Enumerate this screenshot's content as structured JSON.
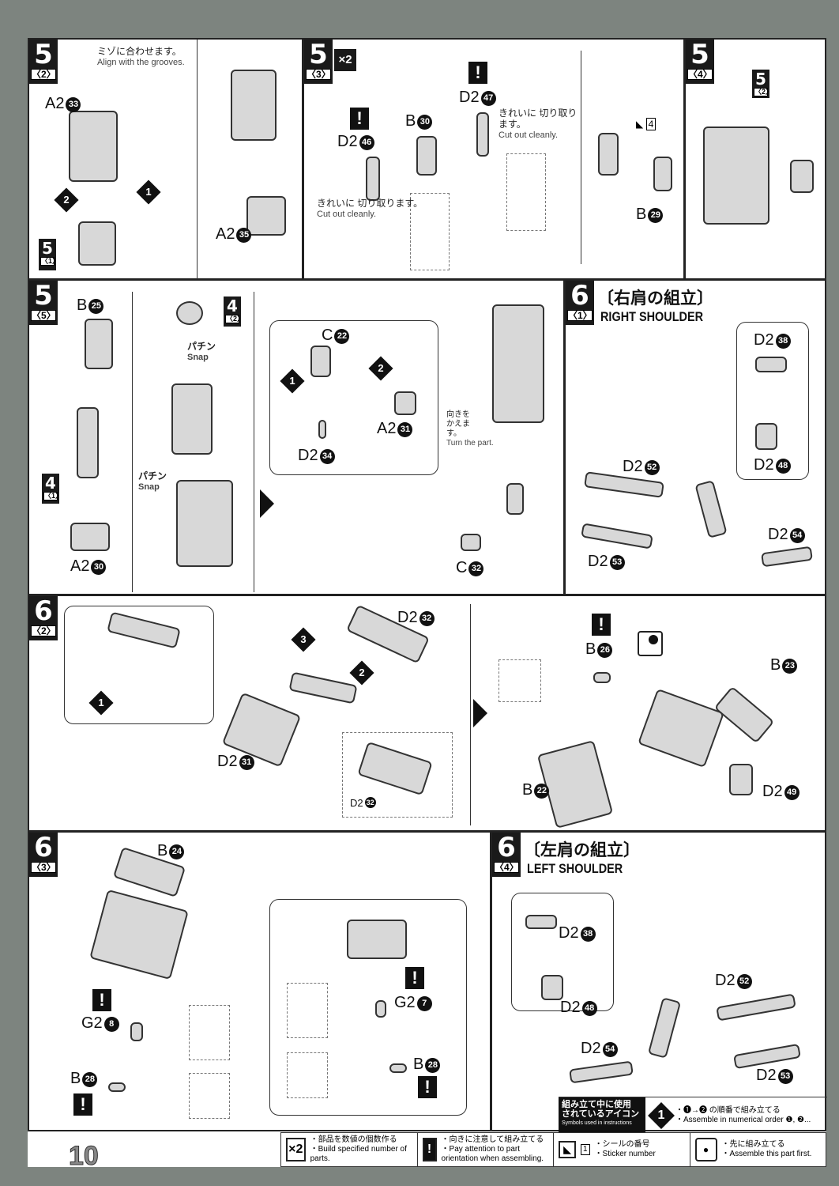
{
  "page_number": "10",
  "steps": {
    "s5_2": {
      "n": "5",
      "s": "〈2〉",
      "note_jp": "ミゾに合わせます。",
      "note_en": "Align with the grooves.",
      "ref": {
        "n": "5",
        "s": "〈1〉"
      },
      "parts": [
        {
          "p": "A2",
          "n": "33"
        },
        {
          "p": "A2",
          "n": "35"
        }
      ],
      "order": [
        "2",
        "1"
      ]
    },
    "s5_3": {
      "n": "5",
      "s": "〈3〉",
      "mult": "×2",
      "parts": [
        {
          "p": "D2",
          "n": "46"
        },
        {
          "p": "B",
          "n": "30"
        },
        {
          "p": "D2",
          "n": "47"
        },
        {
          "p": "B",
          "n": "29"
        }
      ],
      "cut_jp": "きれいに 切り取ります。",
      "cut_en": "Cut out cleanly.",
      "sticker": "4"
    },
    "s5_4": {
      "n": "5",
      "s": "〈4〉",
      "ref": {
        "n": "5",
        "s": "〈2〉"
      }
    },
    "s5_5": {
      "n": "5",
      "s": "〈5〉",
      "parts": [
        {
          "p": "B",
          "n": "25"
        },
        {
          "p": "A2",
          "n": "30"
        },
        {
          "p": "C",
          "n": "22"
        },
        {
          "p": "D2",
          "n": "34"
        },
        {
          "p": "A2",
          "n": "31"
        },
        {
          "p": "C",
          "n": "32"
        }
      ],
      "refs": [
        {
          "n": "4",
          "s": "〈1〉"
        },
        {
          "n": "4",
          "s": "〈2〉"
        }
      ],
      "snap_jp": "パチン",
      "snap_en": "Snap",
      "turn_jp": "向きを かえます。",
      "turn_en": "Turn the part."
    },
    "s6_1": {
      "n": "6",
      "s": "〈1〉",
      "title_jp": "〔右肩の組立〕",
      "title_en": "RIGHT SHOULDER",
      "parts": [
        {
          "p": "D2",
          "n": "38"
        },
        {
          "p": "D2",
          "n": "48"
        },
        {
          "p": "D2",
          "n": "52"
        },
        {
          "p": "D2",
          "n": "54"
        },
        {
          "p": "D2",
          "n": "53"
        }
      ]
    },
    "s6_2": {
      "n": "6",
      "s": "〈2〉",
      "parts": [
        {
          "p": "D2",
          "n": "32"
        },
        {
          "p": "D2",
          "n": "31"
        },
        {
          "p": "D2",
          "n": "32"
        },
        {
          "p": "B",
          "n": "26"
        },
        {
          "p": "B",
          "n": "23"
        },
        {
          "p": "B",
          "n": "22"
        },
        {
          "p": "D2",
          "n": "49"
        }
      ],
      "order": [
        "3",
        "2",
        "1"
      ]
    },
    "s6_3": {
      "n": "6",
      "s": "〈3〉",
      "parts": [
        {
          "p": "B",
          "n": "24"
        },
        {
          "p": "G2",
          "n": "8"
        },
        {
          "p": "B",
          "n": "28"
        },
        {
          "p": "G2",
          "n": "7"
        },
        {
          "p": "B",
          "n": "28"
        }
      ]
    },
    "s6_4": {
      "n": "6",
      "s": "〈4〉",
      "title_jp": "〔左肩の組立〕",
      "title_en": "LEFT SHOULDER",
      "parts": [
        {
          "p": "D2",
          "n": "38"
        },
        {
          "p": "D2",
          "n": "48"
        },
        {
          "p": "D2",
          "n": "52"
        },
        {
          "p": "D2",
          "n": "54"
        },
        {
          "p": "D2",
          "n": "53"
        }
      ]
    }
  },
  "symbols": {
    "header_jp": "組み立て中に使用 されているアイコン",
    "header_en": "Symbols used in instructions",
    "order_jp": "・❶→❷ の順番で組み立てる",
    "order_en": "・Assemble in numerical order ❶, ❷...",
    "items": [
      {
        "icon": "×2",
        "jp": "・部品を数値の個数作る",
        "en": "・Build specified number of parts."
      },
      {
        "icon": "!",
        "jp": "・向きに注意して組み立てる",
        "en": "・Pay attention to part orientation when assembling."
      },
      {
        "icon": "1",
        "jp": "・シールの番号",
        "en": "・Sticker number"
      },
      {
        "icon": "●",
        "jp": "・先に組み立てる",
        "en": "・Assemble this part first."
      }
    ]
  }
}
